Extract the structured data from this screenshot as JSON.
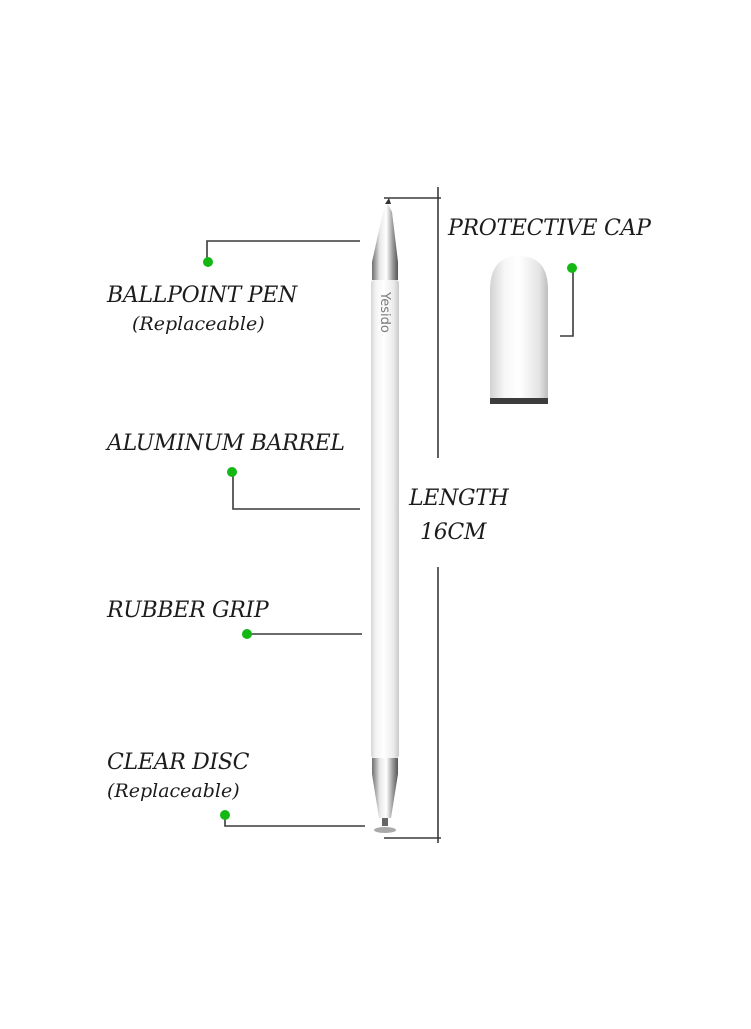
{
  "brand": {
    "logo": "Yesido"
  },
  "labels": {
    "ballpoint": {
      "title": "BALLPOINT PEN",
      "note": "(Replaceable)"
    },
    "barrel": {
      "title": "ALUMINUM BARREL"
    },
    "grip": {
      "title": "RUBBER GRIP"
    },
    "disc": {
      "title": "CLEAR DISC",
      "note": "(Replaceable)"
    },
    "cap": {
      "title": "PROTECTIVE CAP"
    },
    "length": {
      "title": "LENGTH",
      "value": "16CM"
    }
  },
  "colors": {
    "dot": "#14b814",
    "line": "#3a3a3a",
    "text": "#1c1c1c"
  }
}
